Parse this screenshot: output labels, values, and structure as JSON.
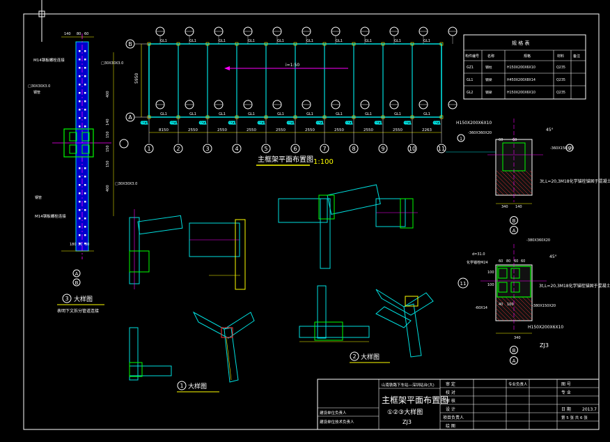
{
  "plan": {
    "title": "主框架平面布置图",
    "scale": "1:100",
    "row_labels": [
      "B",
      "A"
    ],
    "axis_numbers": [
      "1",
      "2",
      "3",
      "4",
      "5",
      "6",
      "7",
      "8",
      "9",
      "10",
      "11"
    ],
    "bay_dims": [
      "8150",
      "2550",
      "2550",
      "2550",
      "2550",
      "2550",
      "2550",
      "2550",
      "2550",
      "2263"
    ],
    "height_dim": "5950",
    "slope_text": "i=1:50",
    "beam_code": "GL1",
    "col_code": "GZ1"
  },
  "left_detail": {
    "circle_label": "3",
    "title": "大样图",
    "subtitle": "表明下文拆分管道连接",
    "dims_top": [
      "140",
      "80",
      "60"
    ],
    "dims_bottom": [
      "180",
      "30",
      "30"
    ],
    "dims_side": [
      "400",
      "400",
      "140",
      "150",
      "150",
      "150"
    ],
    "notes": [
      "M14钢板螺栓连接",
      "□30X30X3.0",
      "□30X30X3.0",
      "钢管",
      "□30X30X3.0",
      "钢管",
      "M14钢板螺栓连接"
    ],
    "axis": [
      "A",
      "B"
    ]
  },
  "schedule": {
    "title": "规 格 表",
    "headers": [
      "构件编号",
      "名称",
      "规格",
      "材料",
      "备注"
    ],
    "rows": [
      [
        "GZ1",
        "钢柱",
        "H150X200X6X10",
        "Q235",
        ""
      ],
      [
        "GL1",
        "钢梁",
        "H450X200X8X14",
        "Q235",
        ""
      ],
      [
        "GL2",
        "钢梁",
        "H150X200X6X10",
        "Q235",
        ""
      ]
    ]
  },
  "detail_right_top": {
    "label_h": "H150X200X6X10",
    "plate": "-360X360X20",
    "plate2": "-360X150X20",
    "angle": "45°",
    "note": "3t,L=20,3M18化学锚栓锚固于混凝土结构",
    "dims": [
      "60",
      "60",
      "140",
      "340"
    ],
    "axis": [
      "B",
      "A"
    ],
    "markers": [
      "1",
      "2"
    ]
  },
  "detail_right_bottom": {
    "circle": "11",
    "plate": "-380X360X20",
    "angle": "45°",
    "note": "3t,L=20,3M18化学锚栓锚固于混凝土结构",
    "d": "d=31.0",
    "bolt": "化学锚栓M24",
    "steel": "-60X14",
    "steel2": "-380X150X20",
    "h_label": "H150X200X6X10",
    "dims": [
      "60",
      "80",
      "60",
      "60",
      "100",
      "100",
      "40",
      "100",
      "340"
    ],
    "axis": [
      "B",
      "A"
    ],
    "code": "ZJ3"
  },
  "detail1": {
    "circle": "1",
    "title": "大样图"
  },
  "detail2": {
    "circle": "2",
    "title": "大样图"
  },
  "title_block": {
    "project": "山南铁路下车站—深圳站台(大)",
    "drawing_name": "主框架平面布置图",
    "sub_name": "①②③大样图",
    "code": "ZJ3",
    "left_labels": [
      "建设单位负责人",
      "建设单位技术负责人"
    ],
    "roles": [
      "审 定",
      "校 对",
      "审 核",
      "设 计",
      "项目负责人",
      "绘 图"
    ],
    "roles_right": [
      "专业负责人",
      "图 号",
      "专 业",
      "日 期",
      "第 5 张 共 6 张"
    ],
    "date": "2013.7"
  }
}
